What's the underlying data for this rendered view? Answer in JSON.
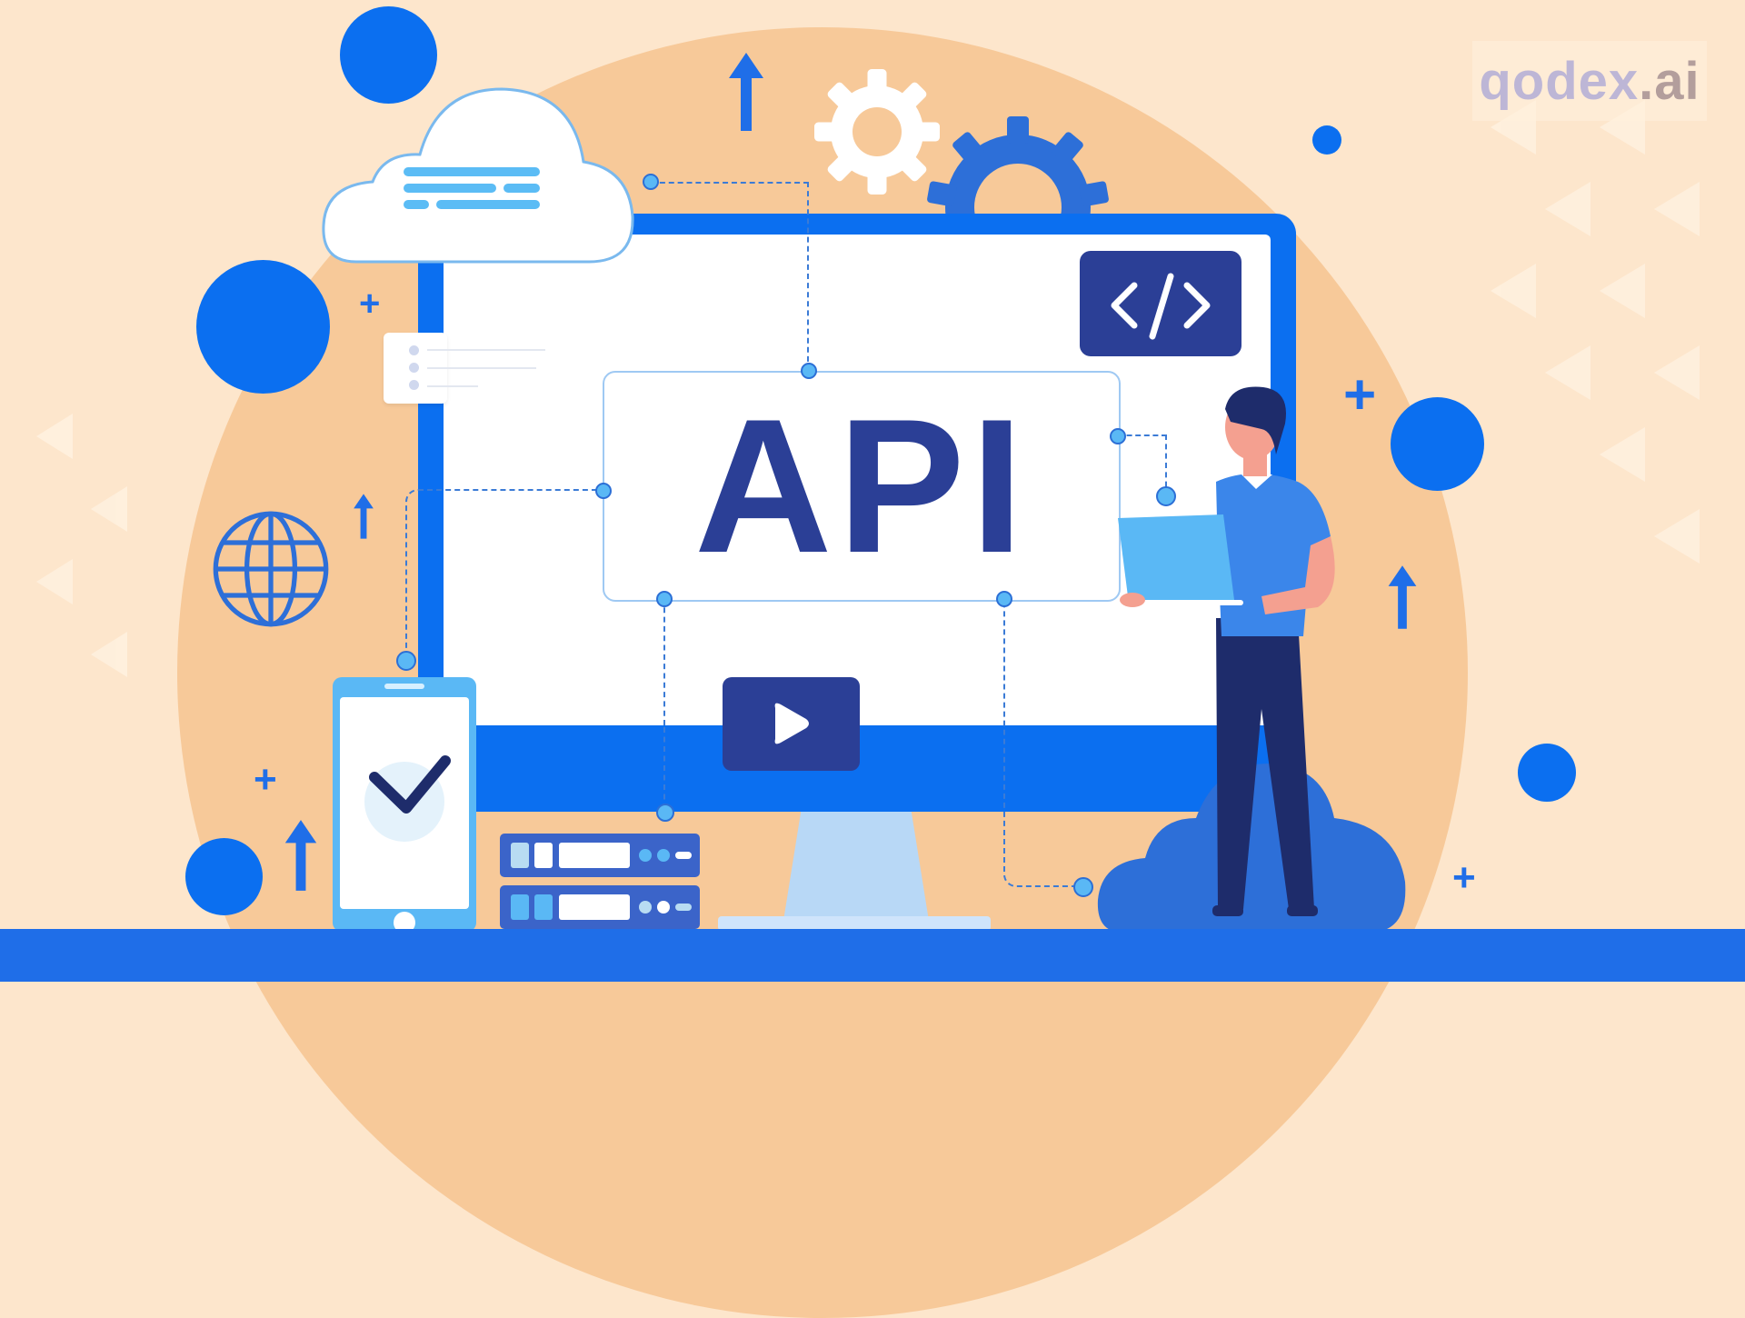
{
  "illustration": {
    "title": "API",
    "logo": {
      "text_main": "qodex",
      "text_suffix": ".ai"
    },
    "icons": [
      "cloud-icon",
      "gear-icon",
      "code-icon",
      "play-icon",
      "globe-icon",
      "smartphone-check-icon",
      "server-icon",
      "person-with-laptop",
      "arrow-up-icon",
      "plus-icon",
      "list-card-icon"
    ],
    "colors": {
      "background": "#fde6cc",
      "circle": "#f7c999",
      "accent_blue": "#0b6ff0",
      "navy": "#2b3f96",
      "light_blue": "#5ab8f5",
      "bottom_bar": "#1f6ee8"
    }
  }
}
